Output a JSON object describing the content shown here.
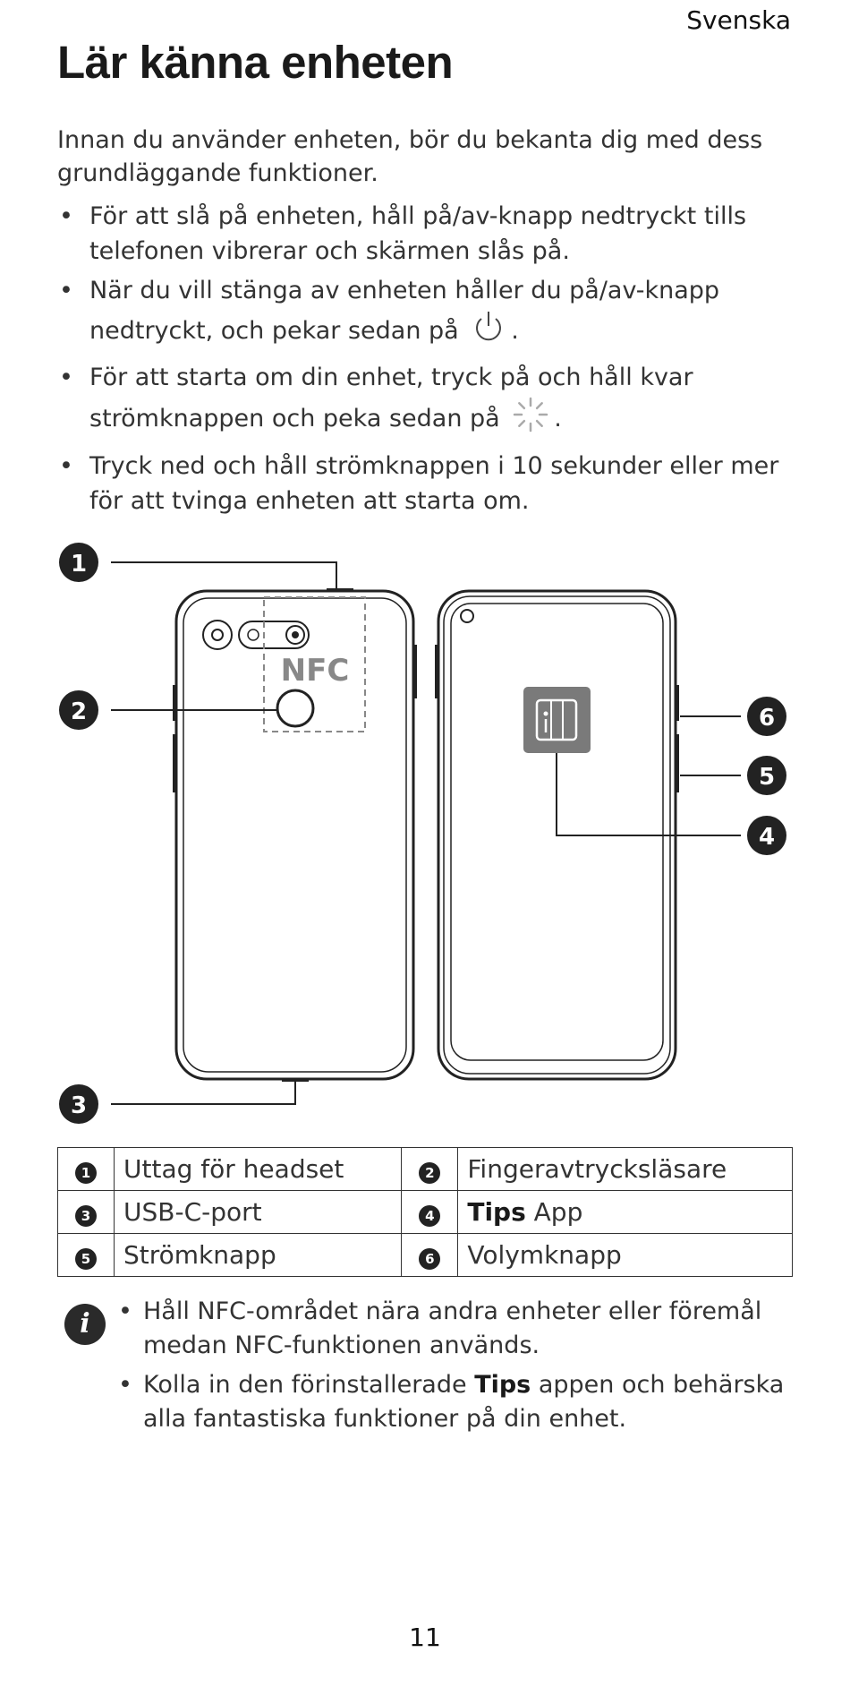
{
  "header": {
    "language": "Svenska",
    "title": "Lär känna enheten"
  },
  "intro": "Innan du använder enheten, bör du bekanta dig med dess grundläggande funktioner.",
  "bullets": {
    "b1": "För att slå på enheten, håll på/av-knapp nedtryckt tills telefonen vibrerar och skärmen slås på.",
    "b2a": "När du vill stänga av enheten håller du på/av-knapp nedtryckt, och pekar sedan på",
    "b2b": ".",
    "b3a": "För att starta om din enhet, tryck på och håll kvar strömknappen och peka sedan på",
    "b3b": ".",
    "b4": "Tryck ned och håll strömknappen i 10 sekunder eller mer för att tvinga enheten att starta om."
  },
  "figure": {
    "callouts": [
      "1",
      "2",
      "3",
      "4",
      "5",
      "6"
    ],
    "nfc_label": "NFC"
  },
  "legend": {
    "rows": [
      {
        "n1": "1",
        "l1": "Uttag för headset",
        "n2": "2",
        "l2": "Fingeravtrycksläsare"
      },
      {
        "n1": "3",
        "l1": "USB-C-port",
        "n2": "4",
        "l2_bold": "Tips",
        "l2_rest": " App"
      },
      {
        "n1": "5",
        "l1": "Strömknapp",
        "n2": "6",
        "l2": "Volymknapp"
      }
    ]
  },
  "note": {
    "icon": "info-icon",
    "item1": "Håll NFC-området nära andra enheter eller föremål medan NFC-funktionen används.",
    "item2_pre": "Kolla in den förinstallerade ",
    "item2_bold": "Tips",
    "item2_post": " appen och behärska alla fantastiska funktioner på din enhet."
  },
  "footer": {
    "page_number": "11"
  },
  "colors": {
    "text": "#333333",
    "line": "#222222",
    "dashed": "#888888",
    "app_icon": "#7a7a7a"
  }
}
